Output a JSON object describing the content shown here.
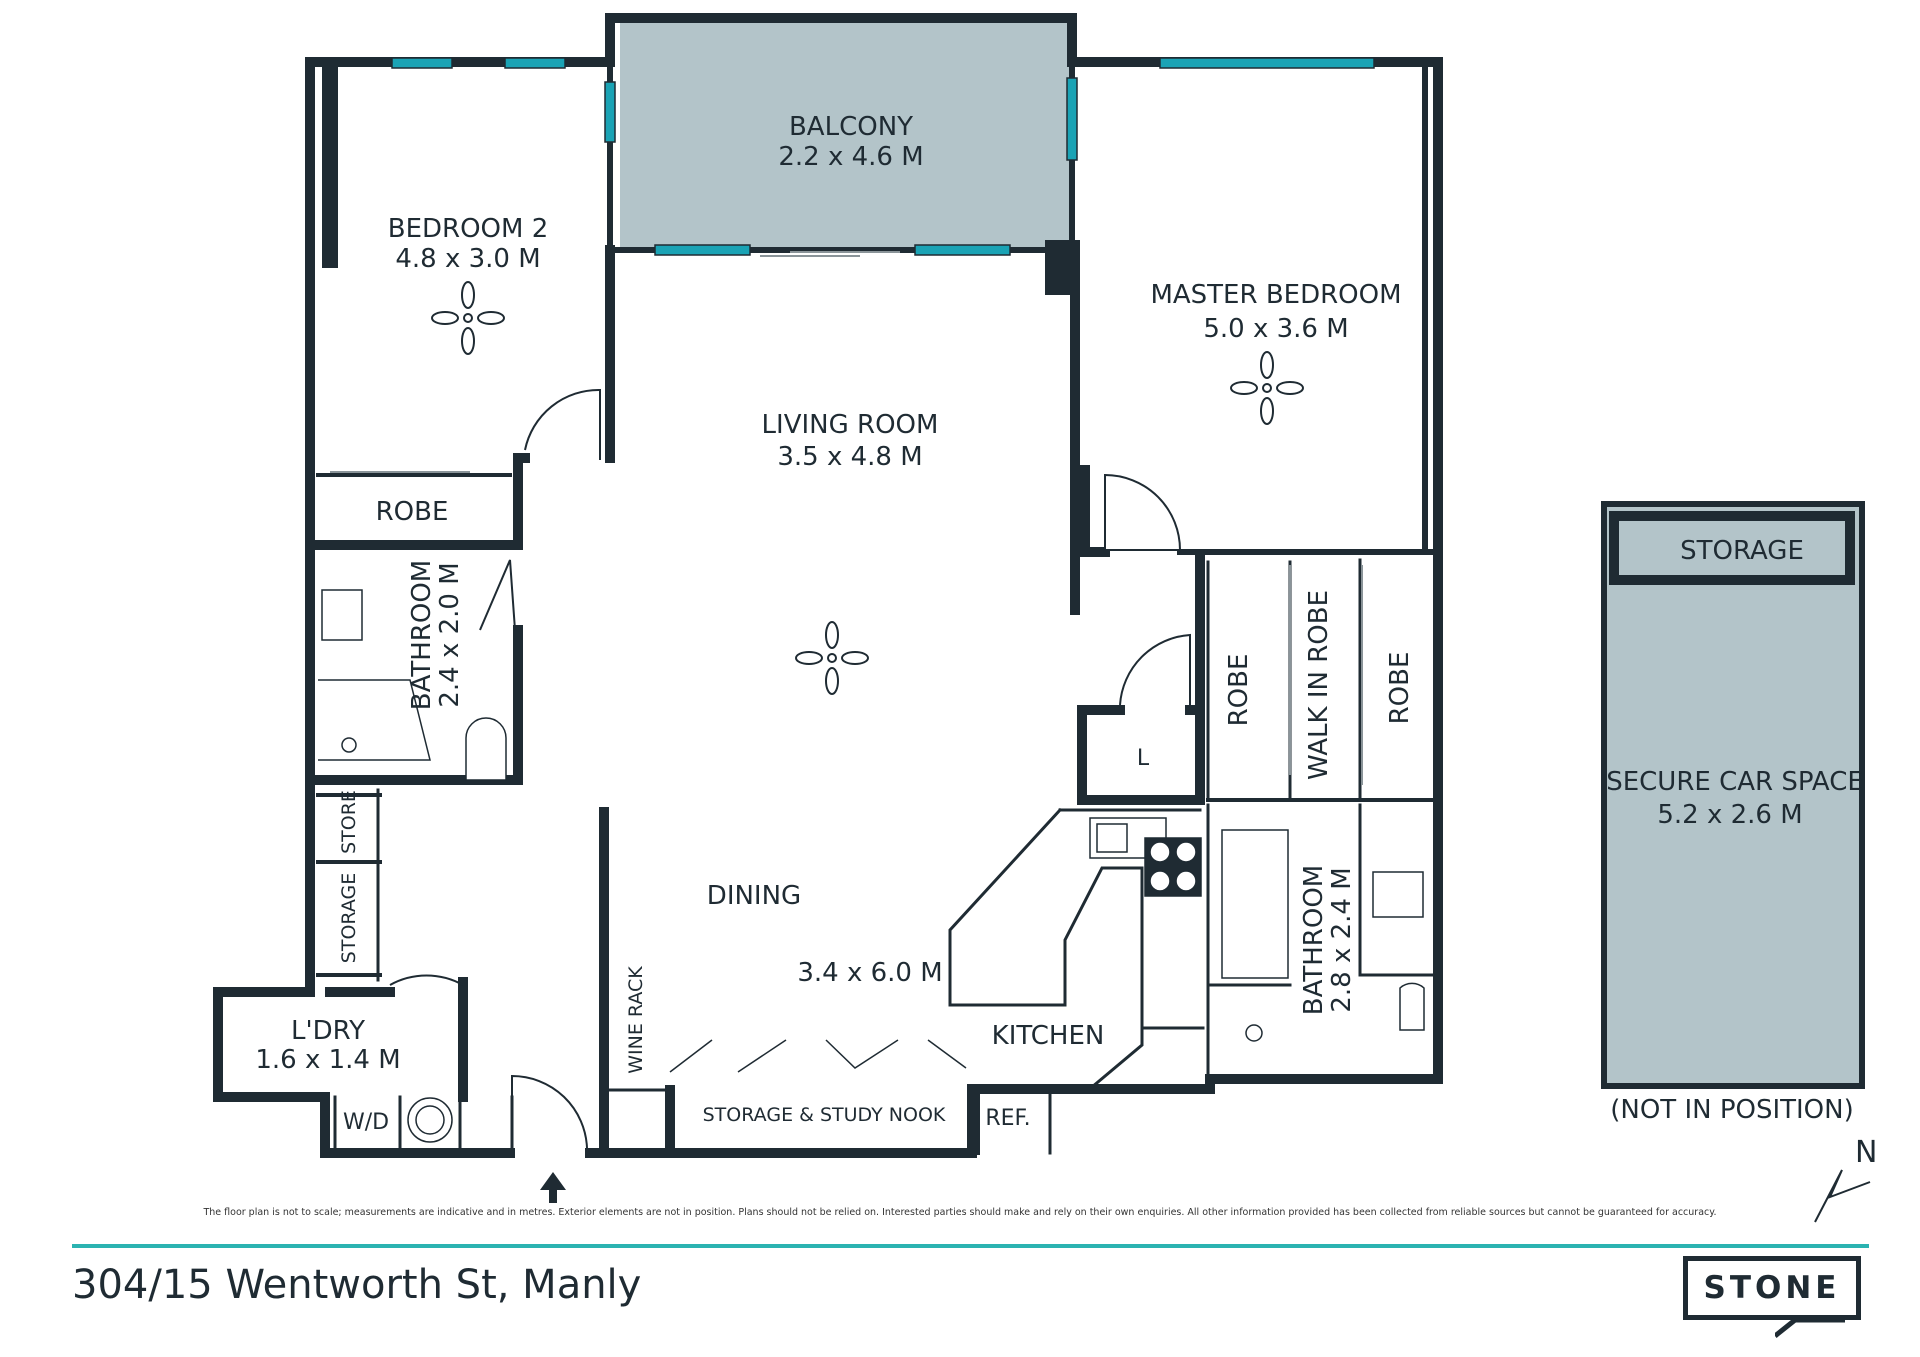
{
  "rooms": {
    "balcony": {
      "name": "BALCONY",
      "size": "2.2 x 4.6 M"
    },
    "bedroom2": {
      "name": "BEDROOM 2",
      "size": "4.8 x 3.0 M"
    },
    "master": {
      "name": "MASTER BEDROOM",
      "size": "5.0 x 3.6 M"
    },
    "living": {
      "name": "LIVING ROOM",
      "size": "3.5 x 4.8 M"
    },
    "robe_bed2": {
      "name": "ROBE"
    },
    "bath1": {
      "name": "BATHROOM",
      "size": "2.4 x 2.0 M"
    },
    "store": {
      "name": "STORE"
    },
    "storage_hall": {
      "name": "STORAGE"
    },
    "laundry": {
      "name": "L'DRY",
      "size": "1.6 x 1.4 M"
    },
    "wd": {
      "name": "W/D"
    },
    "wine": {
      "name": "WINE RACK"
    },
    "dining": {
      "name": "DINING",
      "size": "3.4 x 6.0 M"
    },
    "study": {
      "name": "STORAGE & STUDY NOOK"
    },
    "ref": {
      "name": "REF."
    },
    "kitchen": {
      "name": "KITCHEN"
    },
    "linen": {
      "name": "L"
    },
    "robe_left": {
      "name": "ROBE"
    },
    "walkin": {
      "name": "WALK IN ROBE"
    },
    "robe_right": {
      "name": "ROBE"
    },
    "bath2": {
      "name": "BATHROOM",
      "size": "2.8 x 2.4 M"
    }
  },
  "car": {
    "storage": "STORAGE",
    "name": "SECURE CAR SPACE",
    "size": "5.2 x 2.6 M",
    "note": "(NOT IN POSITION)"
  },
  "north": "N",
  "disclaimer": "The floor plan is not to scale; measurements are indicative and in metres. Exterior elements are not in position. Plans should not be relied on. Interested parties should make and rely on their own enquiries. All other information provided has been collected from reliable sources but cannot be guaranteed for accuracy.",
  "address": "304/15 Wentworth St, Manly",
  "logo": "STONE",
  "colors": {
    "wall": "#1f2b33",
    "window": "#1aa3b5",
    "balcony": "#b3c4c9",
    "car": "#b3c4c9",
    "rule": "#2bb3b1"
  }
}
